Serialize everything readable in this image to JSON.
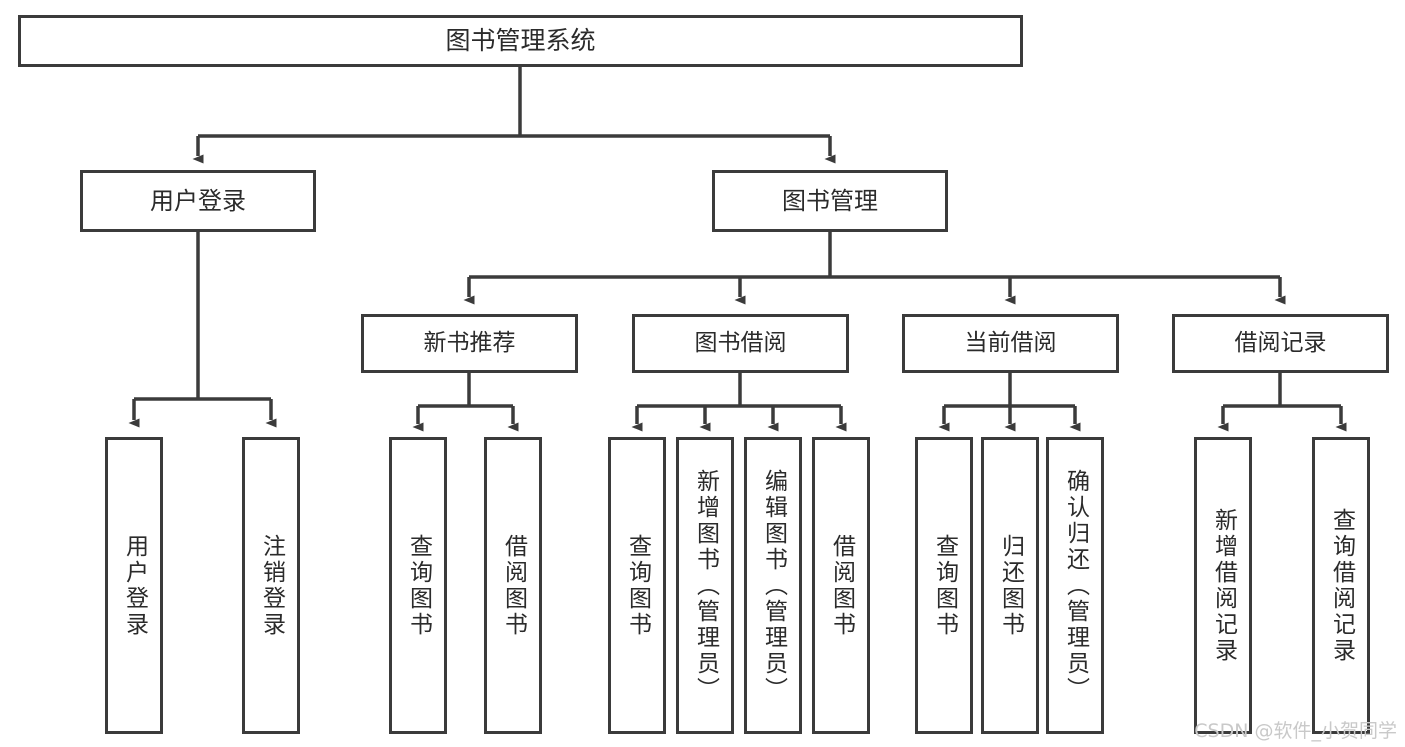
{
  "diagram": {
    "title": "图书管理系统",
    "type": "tree",
    "orientation": "top-down",
    "line_color": "#3b3b3b",
    "box_fill": "#ffffff",
    "text_color": "#2b2b2b",
    "root": {
      "id": "root",
      "label": "图书管理系统"
    },
    "level2": [
      {
        "id": "user-login",
        "label": "用户登录"
      },
      {
        "id": "book-manage",
        "label": "图书管理"
      }
    ],
    "level3": [
      {
        "id": "new-book-recommend",
        "label": "新书推荐",
        "parent": "book-manage"
      },
      {
        "id": "book-borrow",
        "label": "图书借阅",
        "parent": "book-manage"
      },
      {
        "id": "current-borrow",
        "label": "当前借阅",
        "parent": "book-manage"
      },
      {
        "id": "borrow-record",
        "label": "借阅记录",
        "parent": "book-manage"
      }
    ],
    "leaves": [
      {
        "id": "leaf-user-login",
        "label": "用户登录",
        "parent": "user-login"
      },
      {
        "id": "leaf-user-logout",
        "label": "注销登录",
        "parent": "user-login"
      },
      {
        "id": "leaf-query-book-recommend",
        "label": "查询图书",
        "parent": "new-book-recommend"
      },
      {
        "id": "leaf-borrow-book-recommend",
        "label": "借阅图书",
        "parent": "new-book-recommend"
      },
      {
        "id": "leaf-query-book-borrow",
        "label": "查询图书",
        "parent": "book-borrow"
      },
      {
        "id": "leaf-add-book-admin",
        "label": "新增图书（管理员）",
        "parent": "book-borrow"
      },
      {
        "id": "leaf-edit-book-admin",
        "label": "编辑图书（管理员）",
        "parent": "book-borrow"
      },
      {
        "id": "leaf-borrow-book",
        "label": "借阅图书",
        "parent": "book-borrow"
      },
      {
        "id": "leaf-query-book-current",
        "label": "查询图书",
        "parent": "current-borrow"
      },
      {
        "id": "leaf-return-book",
        "label": "归还图书",
        "parent": "current-borrow"
      },
      {
        "id": "leaf-confirm-return-admin",
        "label": "确认归还（管理员）",
        "parent": "current-borrow"
      },
      {
        "id": "leaf-add-borrow-record",
        "label": "新增借阅记录",
        "parent": "borrow-record"
      },
      {
        "id": "leaf-query-borrow-record",
        "label": "查询借阅记录",
        "parent": "borrow-record"
      }
    ]
  },
  "watermark": {
    "text": "CSDN @软件_小贺同学"
  }
}
